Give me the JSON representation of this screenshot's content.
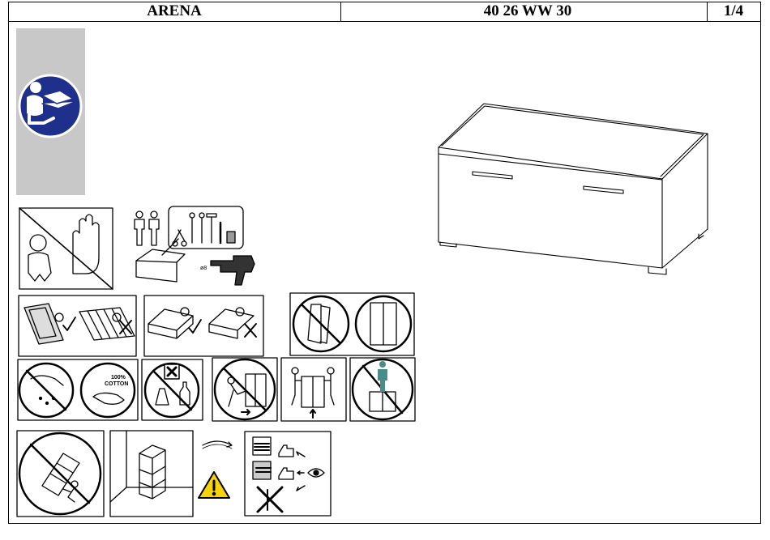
{
  "header": {
    "model": "ARENA",
    "code": "40 26 WW 30",
    "page": "1/4"
  },
  "icons": {
    "manual": "read-instructions-icon",
    "child": "keep-away-from-children-icon",
    "tools": "two-people-tools-icon",
    "drill": "drill-icon",
    "surface": "soft-surface-icon",
    "assembly": "assemble-on-floor-icon",
    "door": "door-alignment-icon",
    "wet": "no-wet-cleaning-icon",
    "chemicals": "no-chemicals-icon",
    "push": "do-not-push-icon",
    "carry": "lift-carry-icon",
    "climb": "do-not-climb-icon",
    "tipover": "tip-over-hazard-icon",
    "wall": "wall-fixing-icon",
    "warning": "warning-triangle-icon",
    "anchors": "wall-anchor-selection-icon"
  },
  "labels": {
    "cotton": "100%",
    "cotton2": "COTTON",
    "drill_size": "ø8"
  },
  "colors": {
    "blue": "#1f2f8c",
    "grey": "#c8c8c8",
    "warning": "#f5d20a"
  }
}
